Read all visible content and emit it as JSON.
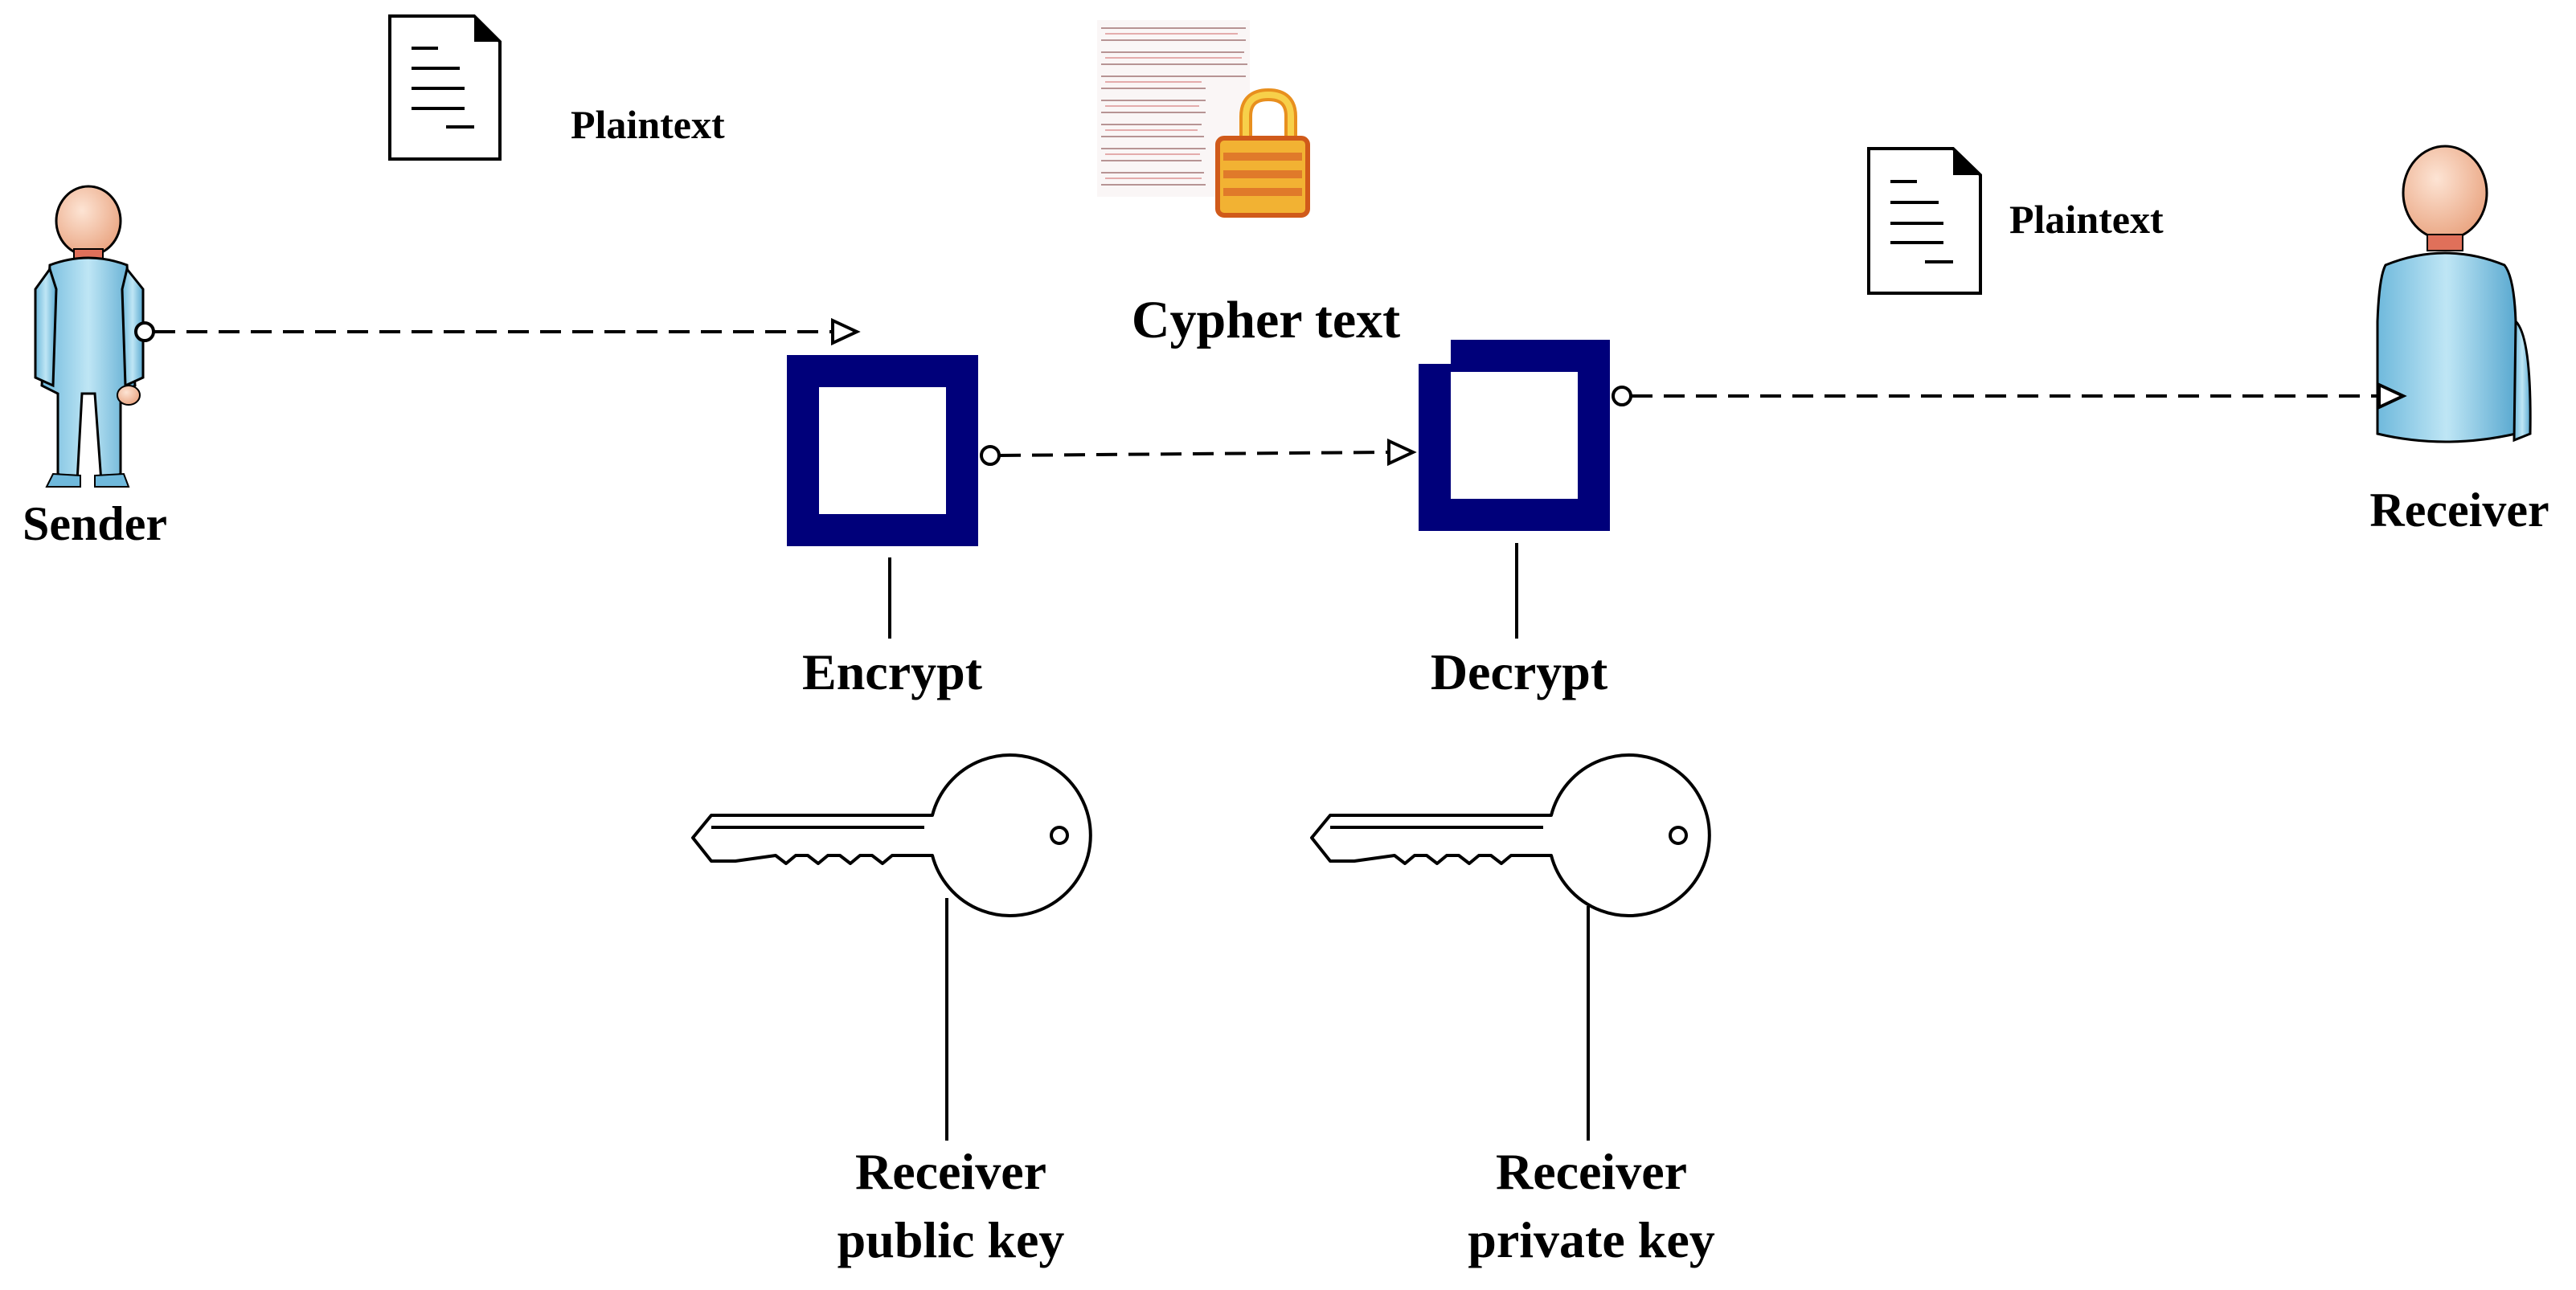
{
  "sender": {
    "label": "Sender"
  },
  "receiver": {
    "label": "Receiver"
  },
  "plaintext_left": {
    "label": "Plaintext"
  },
  "plaintext_right": {
    "label": "Plaintext"
  },
  "cypher": {
    "label": "Cypher text"
  },
  "encrypt": {
    "label": "Encrypt"
  },
  "decrypt": {
    "label": "Decrypt"
  },
  "public_key": {
    "line1": "Receiver",
    "line2": "public key"
  },
  "private_key": {
    "line1": "Receiver",
    "line2": "private key"
  },
  "colors": {
    "box": "#00007a",
    "person_body": "#9fd3ea",
    "person_head": "#f6c4a8",
    "lock_body": "#f2b233",
    "lock_stripe": "#e06a1c",
    "line": "#000000"
  }
}
